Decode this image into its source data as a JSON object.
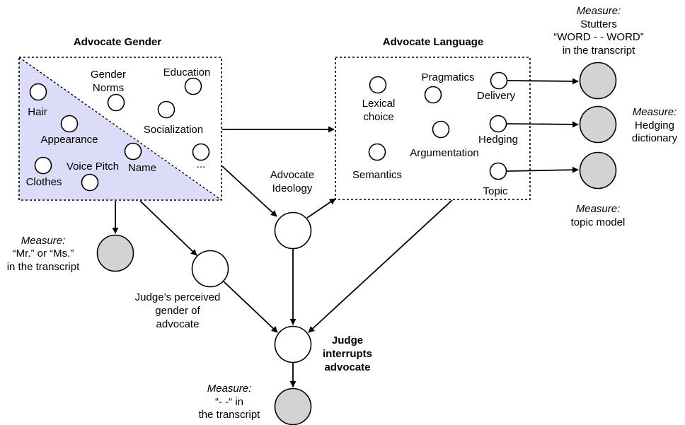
{
  "gender_box": {
    "title": "Advocate Gender",
    "nodes": {
      "hair": "Hair",
      "appearance": "Appearance",
      "clothes": "Clothes",
      "voice_pitch": "Voice Pitch",
      "name": "Name",
      "gender_norms": [
        "Gender",
        "Norms"
      ],
      "education": "Education",
      "socialization": "Socialization",
      "ellipsis": "..."
    }
  },
  "language_box": {
    "title": "Advocate Language",
    "nodes": {
      "lexical_choice": [
        "Lexical",
        "choice"
      ],
      "pragmatics": "Pragmatics",
      "delivery": "Delivery",
      "hedging": "Hedging",
      "argumentation": "Argumentation",
      "semantics": "Semantics",
      "topic": "Topic"
    }
  },
  "ideology": [
    "Advocate",
    "Ideology"
  ],
  "perceived_gender": [
    "Judge’s perceived",
    "gender of",
    "advocate"
  ],
  "judge_interrupts": [
    "Judge",
    "interrupts",
    "advocate"
  ],
  "measures": {
    "stutters": {
      "heading": "Measure:",
      "lines": [
        "Stutters",
        "“WORD - - WORD”",
        "in the transcript"
      ]
    },
    "hedging": {
      "heading": "Measure:",
      "lines": [
        "Hedging",
        "dictionary"
      ]
    },
    "topic": {
      "heading": "Measure:",
      "lines": [
        "topic model"
      ]
    },
    "gender": {
      "heading": "Measure:",
      "lines": [
        "“Mr.” or “Ms.”",
        "in the transcript"
      ]
    },
    "interruption": {
      "heading": "Measure:",
      "lines": [
        "“- -“ in",
        "the transcript"
      ]
    }
  },
  "colors": {
    "gender_fill": "#dcdcf8",
    "measure_fill": "#d3d3d3"
  }
}
